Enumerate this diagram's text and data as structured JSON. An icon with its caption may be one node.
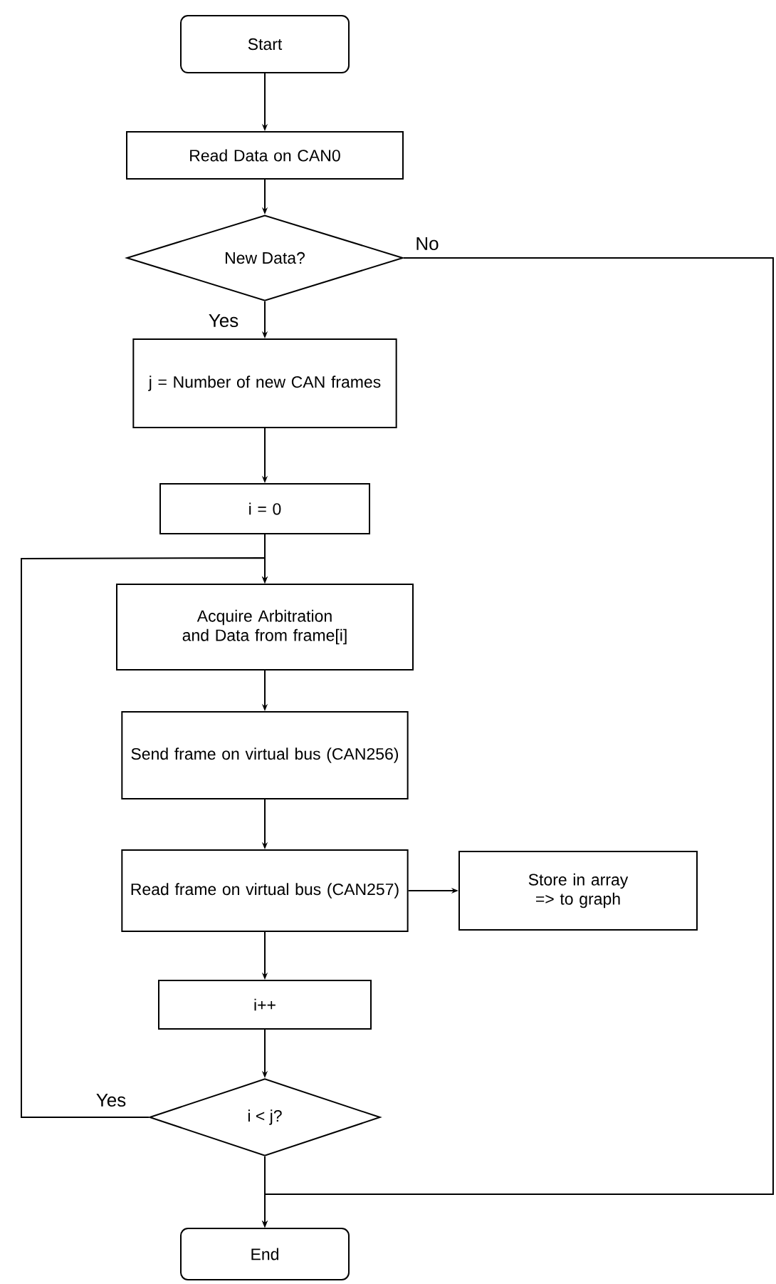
{
  "diagram": {
    "nodes": [
      {
        "text": [
          "Start"
        ]
      },
      {
        "text": [
          "Read Data on CAN0"
        ]
      },
      {
        "text": [
          "New Data?"
        ]
      },
      {
        "text": [
          "j = Number of new CAN frames"
        ]
      },
      {
        "text": [
          "i = 0"
        ]
      },
      {
        "text": [
          "Acquire Arbitration and Data from frame[i]"
        ]
      },
      {
        "text": [
          "Send frame on virtual bus (CAN256)"
        ]
      },
      {
        "text": [
          "Read frame on virtual bus (CAN257)"
        ]
      },
      {
        "text": [
          "Store in array => to graph"
        ]
      },
      {
        "text": [
          "i++"
        ]
      },
      {
        "text": [
          "i < j?"
        ]
      },
      {
        "text": [
          "End"
        ]
      }
    ],
    "edges": [
      {
        "from": 0,
        "to": 1,
        "arrow": "to"
      },
      {
        "from": 1,
        "to": 2,
        "arrow": "to"
      },
      {
        "from": 2,
        "to": 3,
        "arrow": "to",
        "label": "Yes"
      },
      {
        "from": 3,
        "to": 4,
        "arrow": "to"
      },
      {
        "from": 4,
        "to": 5,
        "arrow": "to"
      },
      {
        "from": 5,
        "to": 6,
        "arrow": "to"
      },
      {
        "from": 6,
        "to": 7,
        "arrow": "to"
      },
      {
        "from": 7,
        "to": 8,
        "arrow": "to"
      },
      {
        "from": 7,
        "to": 9,
        "arrow": "to"
      },
      {
        "from": 9,
        "to": 10,
        "arrow": "to"
      },
      {
        "from": 10,
        "to": 5,
        "arrow": "to",
        "label": "Yes"
      },
      {
        "from": 2,
        "to": 11,
        "arrow": "to",
        "label": "No"
      },
      {
        "from": 10,
        "to": 11,
        "arrow": "to"
      }
    ]
  }
}
